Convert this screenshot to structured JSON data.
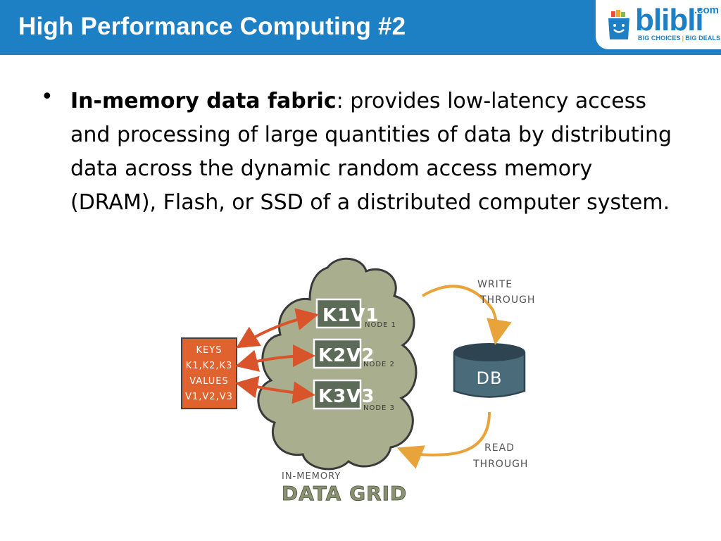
{
  "slide": {
    "title": "High Performance Computing #2"
  },
  "logo": {
    "word": "blibli",
    "suffix": ".com",
    "tagline_left": "BIG CHOICES",
    "tagline_right": "BIG DEALS"
  },
  "bullet": {
    "term": "In-memory data fabric",
    "text": ": provides low-latency access and processing of large quantities of data by distributing data across the dynamic random access memory (DRAM), Flash, or SSD of a distributed computer system."
  },
  "diagram": {
    "client_box": {
      "lines": [
        "KEYS",
        "K1,K2,K3",
        "VALUES",
        "V1,V2,V3"
      ]
    },
    "nodes": [
      {
        "pair": "K1V1",
        "label": "NODE 1"
      },
      {
        "pair": "K2V2",
        "label": "NODE 2"
      },
      {
        "pair": "K3V3",
        "label": "NODE 3"
      }
    ],
    "db_label": "DB",
    "write_label": [
      "WRITE",
      "THROUGH"
    ],
    "read_label": [
      "READ",
      "THROUGH"
    ],
    "caption_small": "IN-MEMORY",
    "caption_large": "DATA GRID",
    "colors": {
      "cloud": "#a8ae8e",
      "client": "#e0622f",
      "db": "#4a6b7a",
      "arrow_gold": "#e8a43a"
    }
  }
}
